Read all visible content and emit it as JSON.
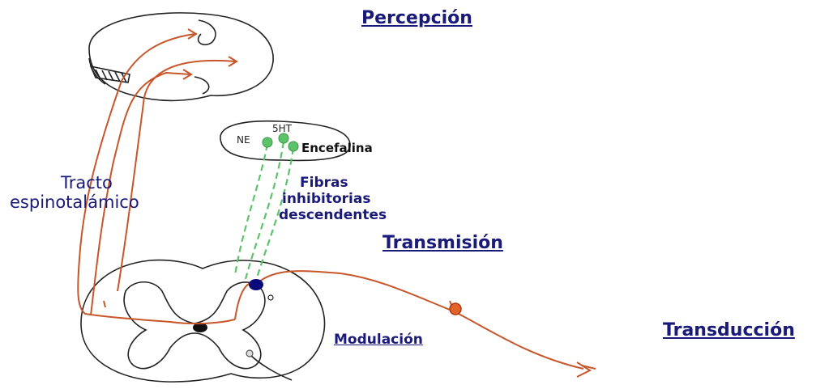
{
  "labels": {
    "percepcion": "Percepción",
    "transmision": "Transmisión",
    "modulacion": "Modulación",
    "transduccion": "Transducción",
    "tracto_line1": "Tracto",
    "tracto_line2": "espinotalámico",
    "fibras_line1": "Fibras",
    "fibras_line2": "inhibitorias",
    "fibras_line3": "descendentes",
    "ne": "NE",
    "sht": "5HT",
    "encefalina": "Encefalina"
  },
  "colors": {
    "pathway": "#c8562a",
    "inhibitory": "#5cc36a",
    "outline": "#222222",
    "label_blue": "#1a1a7a",
    "synapse": "#0a0a7a",
    "receptor": "#e2622b"
  }
}
